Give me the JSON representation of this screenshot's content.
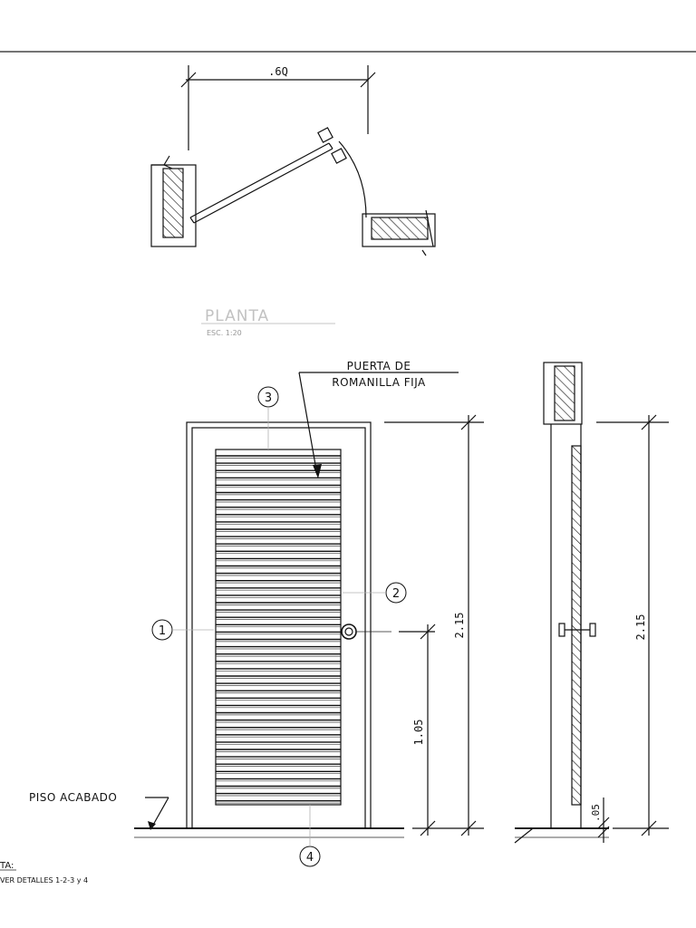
{
  "plan": {
    "width_dim": ".6Q",
    "title": "PLANTA",
    "scale": "ESC. 1:20"
  },
  "elevation": {
    "note_line1": "PUERTA DE",
    "note_line2": "ROMANILLA FIJA",
    "floor_label": "PISO ACABADO",
    "markers": [
      "1",
      "2",
      "3",
      "4"
    ],
    "dim_total": "2.15",
    "dim_handle": "1.05"
  },
  "section": {
    "dim_total": "2.15",
    "dim_gap": ".05"
  },
  "footer": {
    "note_label": "TA:",
    "note_text": "VER DETALLES 1-2-3 y 4"
  },
  "colors": {
    "line": "#111111",
    "background": "#ffffff",
    "light_line": "#b0b0b0"
  }
}
